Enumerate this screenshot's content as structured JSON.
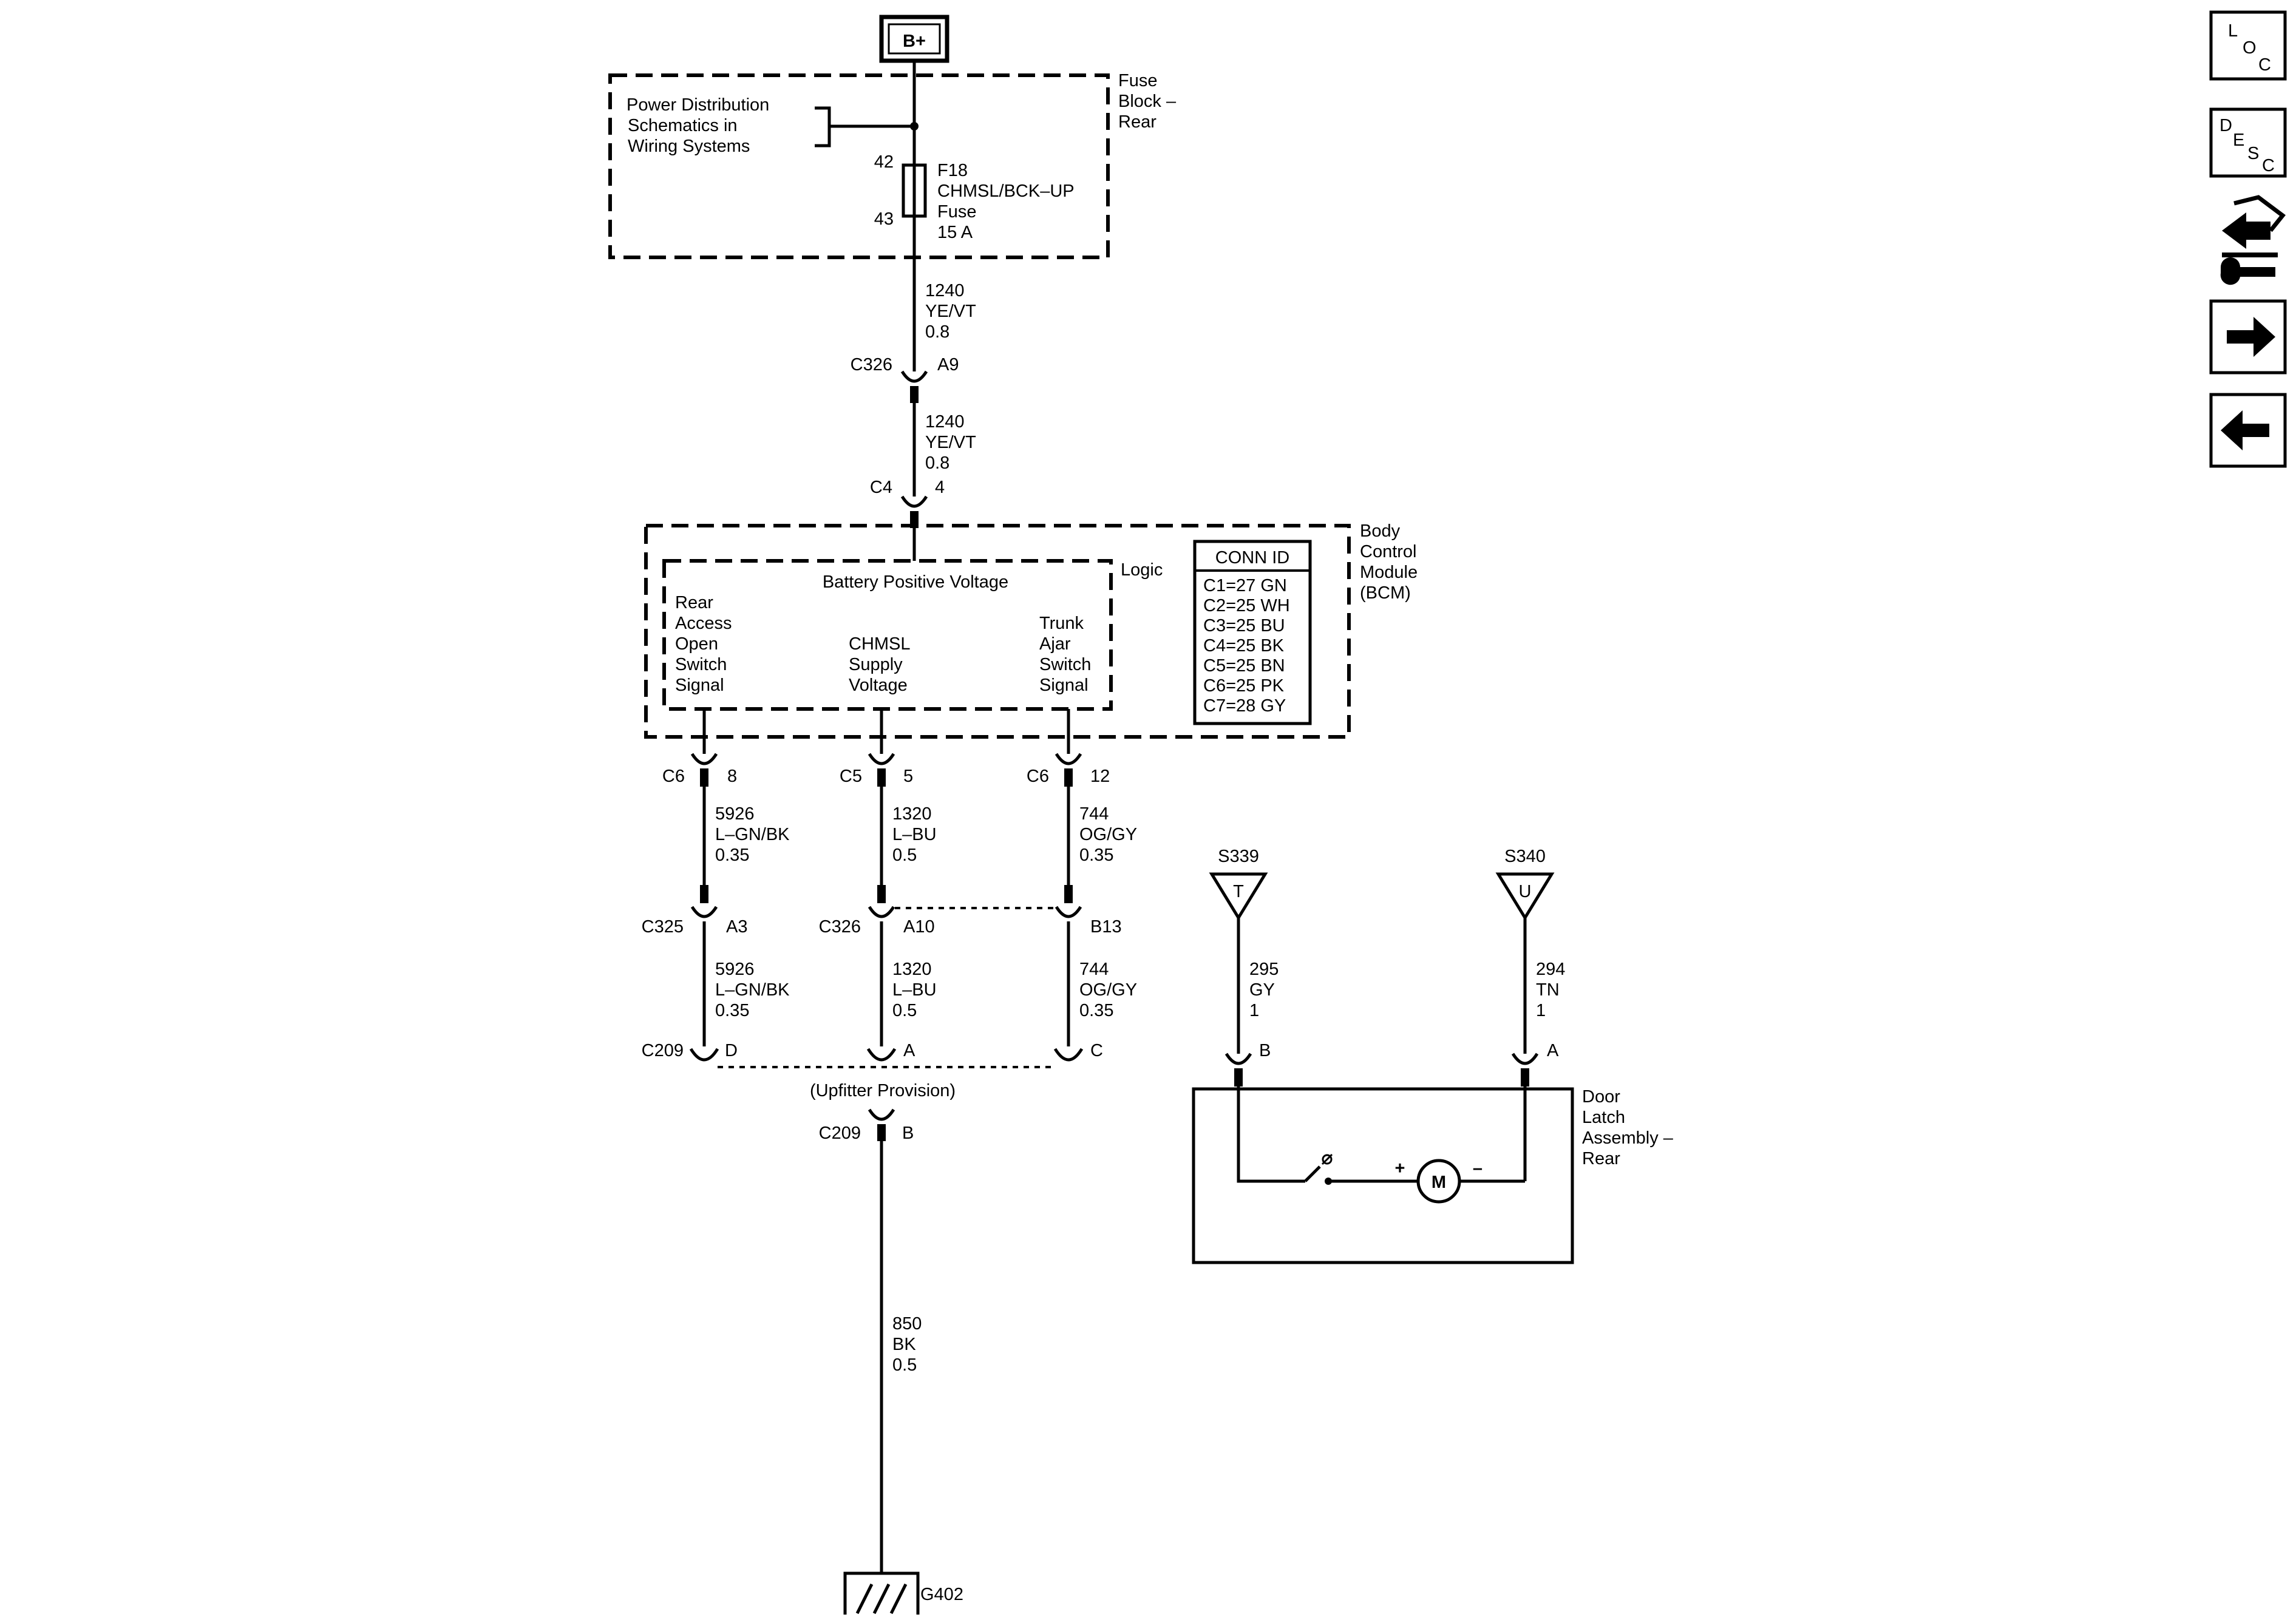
{
  "power": {
    "label": "B+"
  },
  "fuse_block": {
    "name_lines": [
      "Fuse",
      "Block –",
      "Rear"
    ],
    "power_ref_lines": [
      "Power Distribution",
      "Schematics in",
      "Wiring Systems"
    ],
    "pin_in": "42",
    "pin_out": "43",
    "fuse_lines": [
      "F18",
      "CHMSL/BCK–UP",
      "Fuse",
      "15 A"
    ]
  },
  "wire_1240_a": [
    "1240",
    "YE/VT",
    "0.8"
  ],
  "c326_a9": {
    "conn": "C326",
    "pin": "A9"
  },
  "wire_1240_b": [
    "1240",
    "YE/VT",
    "0.8"
  ],
  "c4_4": {
    "conn": "C4",
    "pin": "4"
  },
  "bcm": {
    "name_lines": [
      "Body",
      "Control",
      "Module",
      "(BCM)"
    ],
    "logic_label": "Logic",
    "battery_label": "Battery Positive Voltage",
    "rear_access_lines": [
      "Rear",
      "Access",
      "Open",
      "Switch",
      "Signal"
    ],
    "chmsl_lines": [
      "CHMSL",
      "Supply",
      "Voltage"
    ],
    "trunk_lines": [
      "Trunk",
      "Ajar",
      "Switch",
      "Signal"
    ],
    "conn_id_title": "CONN ID",
    "conn_ids": [
      "C1=27 GN",
      "C2=25 WH",
      "C3=25 BU",
      "C4=25 BK",
      "C5=25 BN",
      "C6=25 PK",
      "C7=28 GY"
    ]
  },
  "col_left": {
    "top_conn": "C6",
    "top_pin": "8",
    "wire_a": [
      "5926",
      "L–GN/BK",
      "0.35"
    ],
    "mid_conn": "C325",
    "mid_pin": "A3",
    "wire_b": [
      "5926",
      "L–GN/BK",
      "0.35"
    ],
    "bot_conn": "C209",
    "bot_pin": "D"
  },
  "col_mid": {
    "top_conn": "C5",
    "top_pin": "5",
    "wire_a": [
      "1320",
      "L–BU",
      "0.5"
    ],
    "mid_conn": "C326",
    "mid_pin": "A10",
    "wire_b": [
      "1320",
      "L–BU",
      "0.5"
    ],
    "bot_pin": "A"
  },
  "col_right": {
    "top_conn": "C6",
    "top_pin": "12",
    "wire_a": [
      "744",
      "OG/GY",
      "0.35"
    ],
    "mid_pin": "B13",
    "wire_b": [
      "744",
      "OG/GY",
      "0.35"
    ],
    "bot_pin": "C"
  },
  "upfitter": "(Upfitter Provision)",
  "c209_b": {
    "conn": "C209",
    "pin": "B"
  },
  "ground_wire": [
    "850",
    "BK",
    "0.5"
  ],
  "ground": "G402",
  "s339": {
    "name": "S339",
    "letter": "T",
    "wire": [
      "295",
      "GY",
      "1"
    ],
    "pin": "B"
  },
  "s340": {
    "name": "S340",
    "letter": "U",
    "wire": [
      "294",
      "TN",
      "1"
    ],
    "pin": "A"
  },
  "latch": {
    "name_lines": [
      "Door",
      "Latch",
      "Assembly –",
      "Rear"
    ],
    "motor": "M",
    "plus": "+",
    "minus": "–"
  },
  "nav": {
    "loc": [
      "L",
      "O",
      "C"
    ],
    "desc": [
      "D",
      "E",
      "S",
      "C"
    ]
  }
}
